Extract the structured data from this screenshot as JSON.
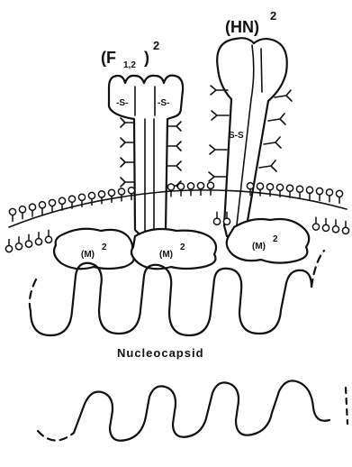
{
  "labels": {
    "f12_open": "(F",
    "f12_sub": "1,2",
    "f12_close": ")",
    "f12_power": "2",
    "hn_main": "(HN)",
    "hn_power": "2",
    "f_disulfide_left": "-S-",
    "f_disulfide_right": "-S-",
    "hn_disulfide": "S-S",
    "matrix_text": "(M)",
    "matrix_power": "2",
    "nucleocapsid": "Nucleocapsid"
  }
}
